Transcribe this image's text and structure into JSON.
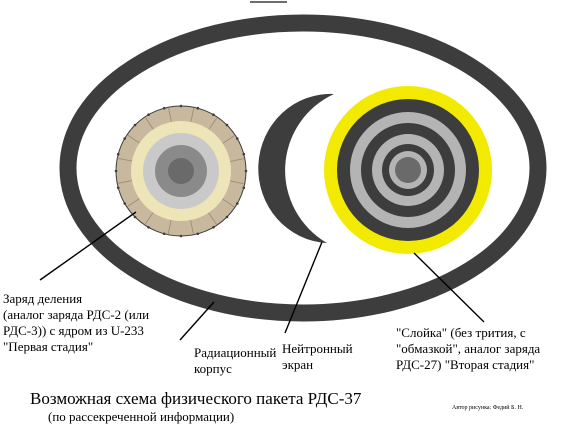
{
  "labels": {
    "fission_charge": "Заряд деления\n(аналог заряда РДС-2 (или\nРДС-3)) с ядром из U-233\n\"Первая стадия\"",
    "radiation_case": "Радиационный\nкорпус",
    "neutron_shield": "Нейтронный\nэкран",
    "layer_cake": "\"Слойка\" (без трития, с\n\"обмазкой\", аналог заряда\nРДС-27) \"Вторая стадия\""
  },
  "caption": {
    "title": "Возможная схема физического пакета РДС-37",
    "subtitle": "(по рассекреченной информации)",
    "author": "Автор рисунка: Федий Б. Н."
  },
  "colors": {
    "case": "#3d3d3d",
    "tamper": "#c8b99e",
    "explosive_ring": "#ede4b8",
    "inner_sphere": "#c9c9c9",
    "core_outer": "#8a8a8a",
    "core": "#6a6a6a",
    "secondary_outer": "#f2ea00",
    "secondary_dark": "#3d3d3d",
    "secondary_light": "#b4b4b4",
    "secondary_core": "#6a6a6a"
  }
}
